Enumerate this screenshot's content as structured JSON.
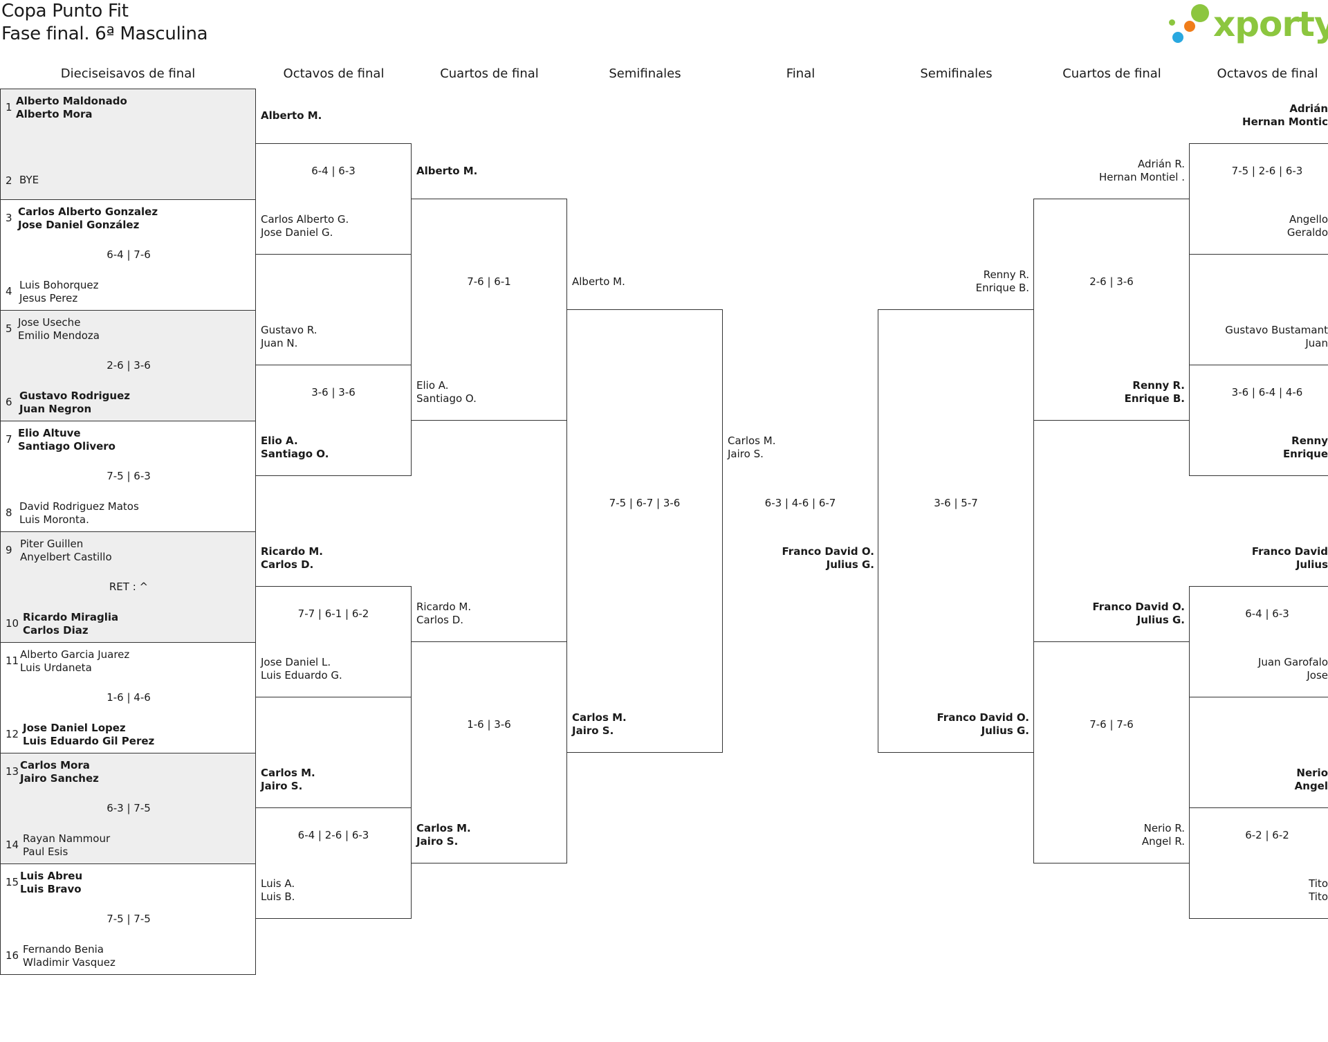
{
  "header": {
    "title_line1": "Copa Punto Fit",
    "title_line2": "Fase final. 6ª Masculina",
    "logo_text": "xporty",
    "logo_colors": [
      "#8cc63f",
      "#f07d1a",
      "#29a8e0"
    ]
  },
  "rounds": {
    "r32": "Dieciseisavos de final",
    "r16_left": "Octavos de final",
    "qf_left": "Cuartos de final",
    "sf_left": "Semifinales",
    "final": "Final",
    "sf_right": "Semifinales",
    "qf_right": "Cuartos de final",
    "r16_right": "Octavos de final"
  },
  "r32": [
    {
      "seed_a": "1",
      "a1": "Alberto Maldonado",
      "a2": "Alberto Mora",
      "seed_b": "2",
      "b1": "BYE",
      "b2": "",
      "score": ""
    },
    {
      "seed_a": "3",
      "a1": "Carlos Alberto Gonzalez",
      "a2": "Jose Daniel González",
      "seed_b": "4",
      "b1": "Luis Bohorquez",
      "b2": "Jesus Perez",
      "score": "6-4 | 7-6"
    },
    {
      "seed_a": "5",
      "a1": "Jose Useche",
      "a2": "Emilio Mendoza",
      "seed_b": "6",
      "b1": "Gustavo Rodriguez",
      "b2": "Juan Negron",
      "score": "2-6 | 3-6"
    },
    {
      "seed_a": "7",
      "a1": "Elio Altuve",
      "a2": "Santiago Olivero",
      "seed_b": "8",
      "b1": "David Rodriguez Matos",
      "b2": "Luis Moronta.",
      "score": "7-5 | 6-3"
    },
    {
      "seed_a": "9",
      "a1": "Piter Guillen",
      "a2": "Anyelbert Castillo",
      "seed_b": "10",
      "b1": "Ricardo Miraglia",
      "b2": "Carlos Diaz",
      "score": "RET : ^"
    },
    {
      "seed_a": "11",
      "a1": "Alberto Garcia Juarez",
      "a2": "Luis Urdaneta",
      "seed_b": "12",
      "b1": "Jose Daniel Lopez",
      "b2": "Luis Eduardo Gil Perez",
      "score": "1-6 | 4-6"
    },
    {
      "seed_a": "13",
      "a1": "Carlos Mora",
      "a2": "Jairo Sanchez",
      "seed_b": "14",
      "b1": "Rayan Nammour",
      "b2": "Paul Esis",
      "score": "6-3 | 7-5"
    },
    {
      "seed_a": "15",
      "a1": "Luis Abreu",
      "a2": "Luis Bravo",
      "seed_b": "16",
      "b1": "Fernando Benia",
      "b2": "Wladimir Vasquez",
      "score": "7-5 | 7-5"
    }
  ],
  "r16_left": [
    {
      "a1": "Alberto M.",
      "a2": "",
      "b1": "Carlos Alberto G.",
      "b2": "Jose Daniel G.",
      "score": "6-4 | 6-3"
    },
    {
      "a1": "Gustavo R.",
      "a2": "Juan N.",
      "b1": "Elio A.",
      "b2": "Santiago O.",
      "score": "3-6 | 3-6"
    },
    {
      "a1": "Ricardo M.",
      "a2": "Carlos D.",
      "b1": "Jose Daniel L.",
      "b2": "Luis Eduardo G.",
      "score": "7-7 | 6-1 | 6-2"
    },
    {
      "a1": "Carlos M.",
      "a2": "Jairo S.",
      "b1": "Luis A.",
      "b2": "Luis B.",
      "score": "6-4 | 2-6 | 6-3"
    }
  ],
  "qf_left": [
    {
      "a1": "Alberto M.",
      "a2": "",
      "b1": "Elio A.",
      "b2": "Santiago O.",
      "score": "7-6 | 6-1"
    },
    {
      "a1": "Ricardo M.",
      "a2": "Carlos D.",
      "b1": "Carlos M.",
      "b2": "Jairo S.",
      "score": "1-6 | 3-6"
    }
  ],
  "sf_left": {
    "a1": "Alberto M.",
    "a2": "",
    "b1": "Carlos M.",
    "b2": "Jairo S.",
    "score": "7-5 | 6-7 | 3-6"
  },
  "final": {
    "a1": "Carlos M.",
    "a2": "Jairo S.",
    "b1": "Franco David O.",
    "b2": "Julius G.",
    "score": "6-3 | 4-6 | 6-7"
  },
  "sf_right": {
    "a1": "Renny R.",
    "a2": "Enrique B.",
    "b1": "Franco David O.",
    "b2": "Julius G.",
    "score": "3-6 | 5-7"
  },
  "qf_right": [
    {
      "a1": "Adrián R.",
      "a2": "Hernan Montiel .",
      "b1": "Renny R.",
      "b2": "Enrique B.",
      "score": "2-6 | 3-6"
    },
    {
      "a1": "Franco David O.",
      "a2": "Julius G.",
      "b1": "Nerio R.",
      "b2": "Angel R.",
      "score": "7-6 | 7-6"
    }
  ],
  "r16_right": [
    {
      "a1": "Adrián",
      "a2": "Hernan Montic",
      "b1": "Angello",
      "b2": "Geraldo",
      "score": "7-5 | 2-6 | 6-3"
    },
    {
      "a1": "Gustavo Bustamant",
      "a2": "Juan",
      "b1": "Renny",
      "b2": "Enrique",
      "score": "3-6 | 6-4 | 4-6"
    },
    {
      "a1": "Franco David",
      "a2": "Julius",
      "b1": "Juan Garofalo",
      "b2": "Jose",
      "score": "6-4 | 6-3"
    },
    {
      "a1": "Nerio",
      "a2": "Angel",
      "b1": "Tito",
      "b2": "Tito",
      "score": "6-2 | 6-2"
    }
  ]
}
